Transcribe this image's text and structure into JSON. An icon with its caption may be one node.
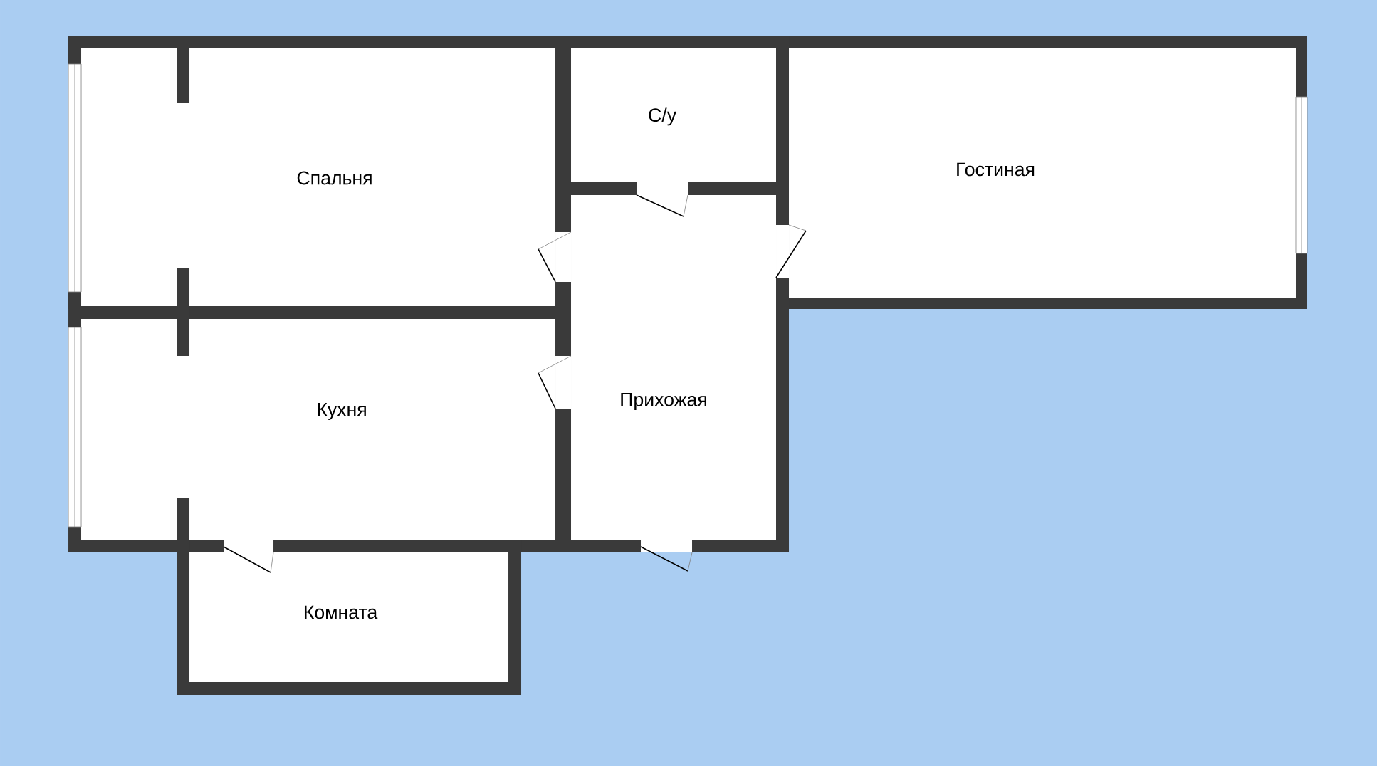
{
  "diagram": {
    "nodes": [
      {
        "text": [
          "С/у"
        ]
      },
      {
        "text": [
          "Гостиная"
        ]
      },
      {
        "text": [
          "Спальня"
        ]
      },
      {
        "text": [
          "Кухня"
        ]
      },
      {
        "text": [
          "Прихожая"
        ]
      },
      {
        "text": [
          "Комната"
        ]
      }
    ]
  }
}
